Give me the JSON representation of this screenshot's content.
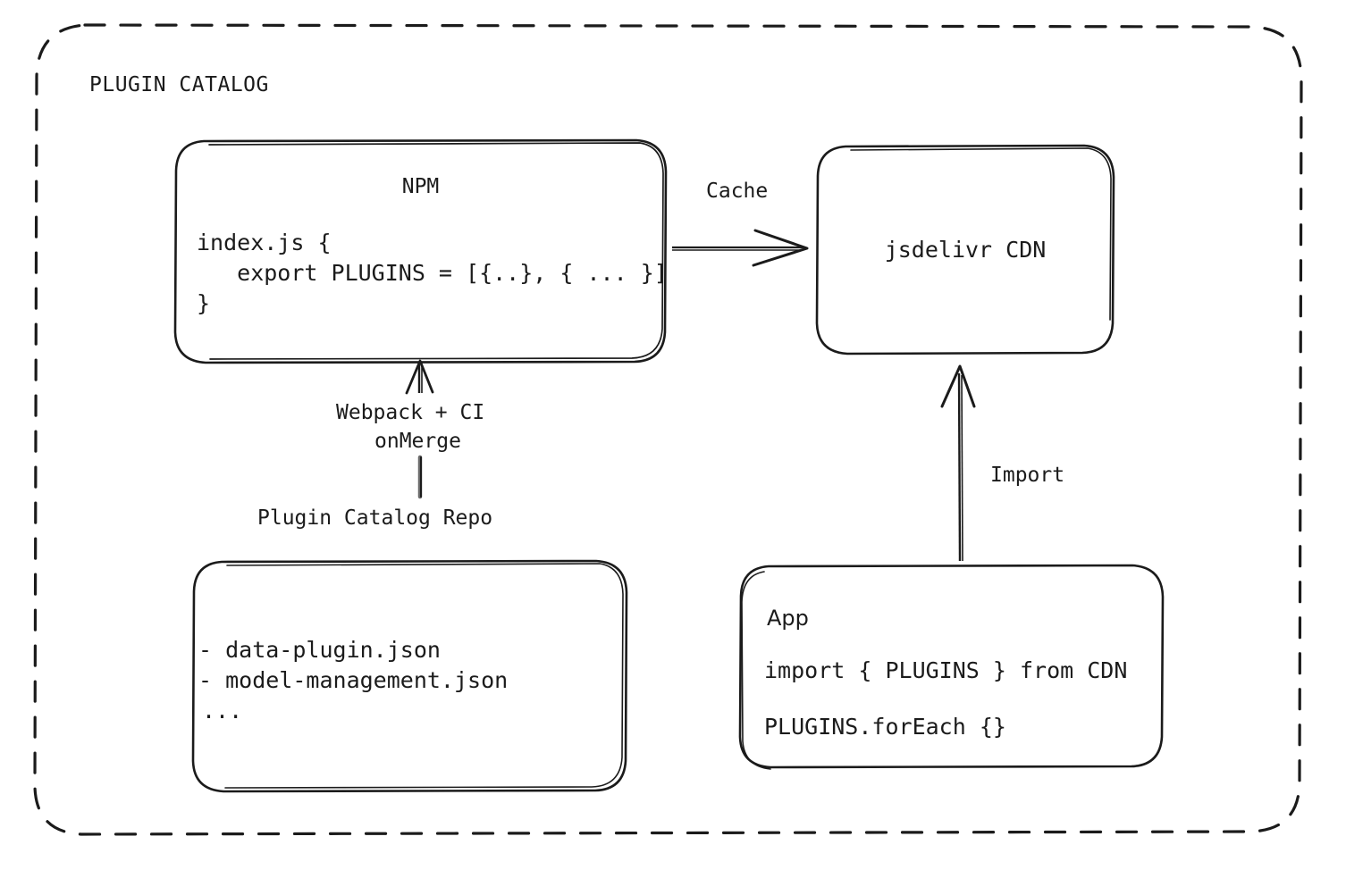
{
  "diagram": {
    "type": "architecture-flow",
    "style": "hand-drawn sketch",
    "background_color": "#ffffff",
    "stroke_color": "#1b1b1b",
    "group": {
      "title": "PLUGIN CATALOG",
      "border_style": "dashed"
    },
    "nodes": {
      "npm": {
        "title": "NPM",
        "code_lines": [
          "index.js {",
          "   export PLUGINS = [{..}, { ... }]",
          "}"
        ]
      },
      "cdn": {
        "title": "jsdelivr CDN"
      },
      "repo": {
        "caption": "Plugin Catalog Repo",
        "lines": [
          "- data-plugin.json",
          "- model-management.json",
          "..."
        ]
      },
      "app": {
        "title": "App",
        "code_lines": [
          "import { PLUGINS } from CDN",
          "PLUGINS.forEach {}"
        ]
      }
    },
    "edges": [
      {
        "id": "npm-to-cdn",
        "label": "Cache",
        "from": "npm",
        "to": "cdn",
        "direction": "right"
      },
      {
        "id": "repo-to-npm",
        "label_lines": [
          "Webpack + CI",
          "onMerge"
        ],
        "from": "repo",
        "to": "npm",
        "direction": "up"
      },
      {
        "id": "app-to-cdn",
        "label": "Import",
        "from": "app",
        "to": "cdn",
        "direction": "up"
      }
    ]
  }
}
